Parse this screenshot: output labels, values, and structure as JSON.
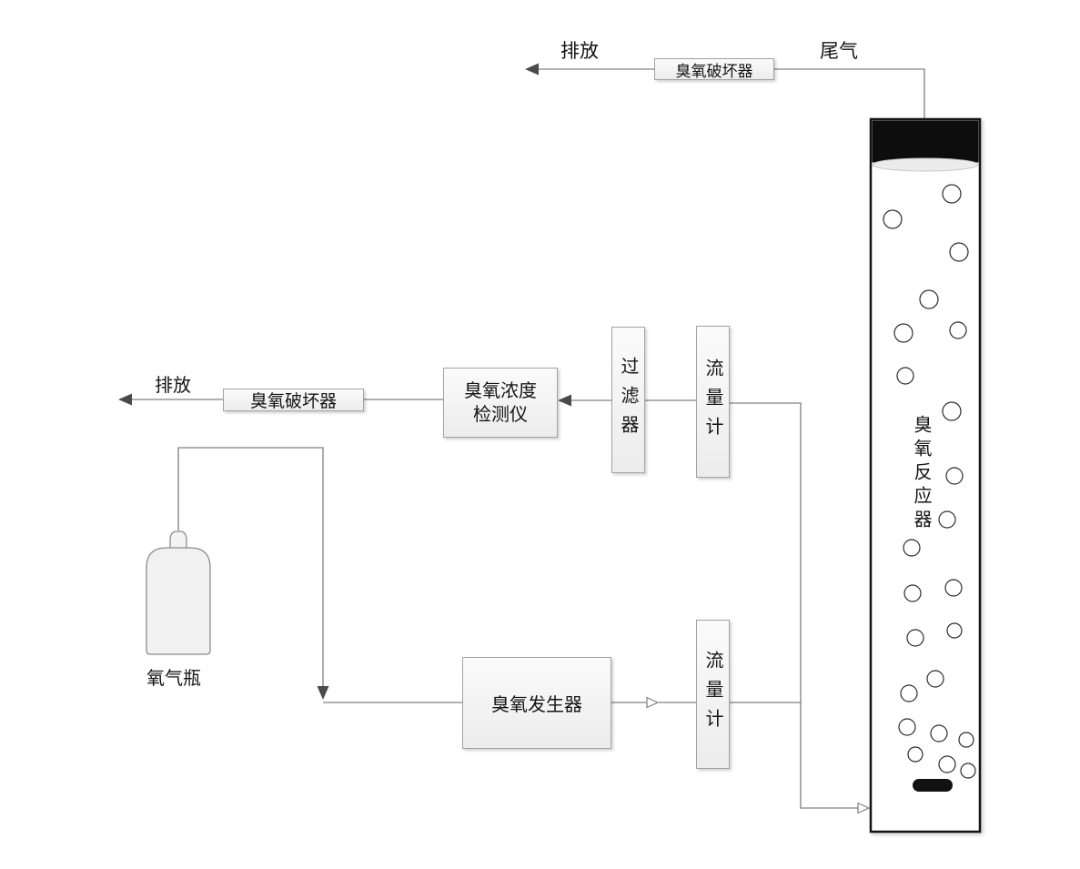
{
  "diagram": {
    "top_flow": {
      "discharge_label": "排放",
      "destructor_label": "臭氧破坏器",
      "tail_gas_label": "尾气"
    },
    "analysis_flow": {
      "discharge_label": "排放",
      "destructor_label": "臭氧破坏器",
      "detector_line1": "臭氧浓度",
      "detector_line2": "检测仪",
      "filter_label": "过滤器",
      "flow_meter_label": "流量计"
    },
    "feed_flow": {
      "oxygen_cylinder_label": "氧气瓶",
      "generator_label": "臭氧发生器",
      "flow_meter_label": "流量计"
    },
    "reactor": {
      "label": "臭氧反应器"
    },
    "colors": {
      "line": "#808080",
      "box_border": "#a3a3a3",
      "box_fill": "#ececec",
      "text": "#141414",
      "reactor_border": "#141414",
      "reactor_headspace": "#0d0d0d",
      "sparger": "#111111"
    }
  }
}
